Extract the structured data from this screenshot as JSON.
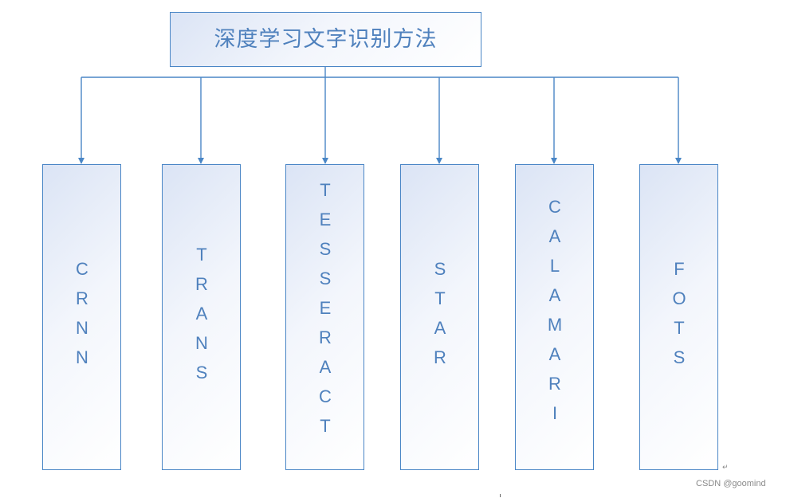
{
  "diagram": {
    "root": {
      "label": "深度学习文字识别方法"
    },
    "children": [
      {
        "label": "CRNN"
      },
      {
        "label": "TRANS"
      },
      {
        "label": "TESSERACT"
      },
      {
        "label": "STAR"
      },
      {
        "label": "CALAMARI"
      },
      {
        "label": "FOTS"
      }
    ],
    "colors": {
      "border": "#4a86c6",
      "text": "#4f81bd",
      "fill_light": "#ffffff",
      "fill_shade": "#dbe4f5"
    }
  },
  "watermark": {
    "text": "CSDN @goomind"
  },
  "marks": {
    "paragraph": "↵"
  }
}
